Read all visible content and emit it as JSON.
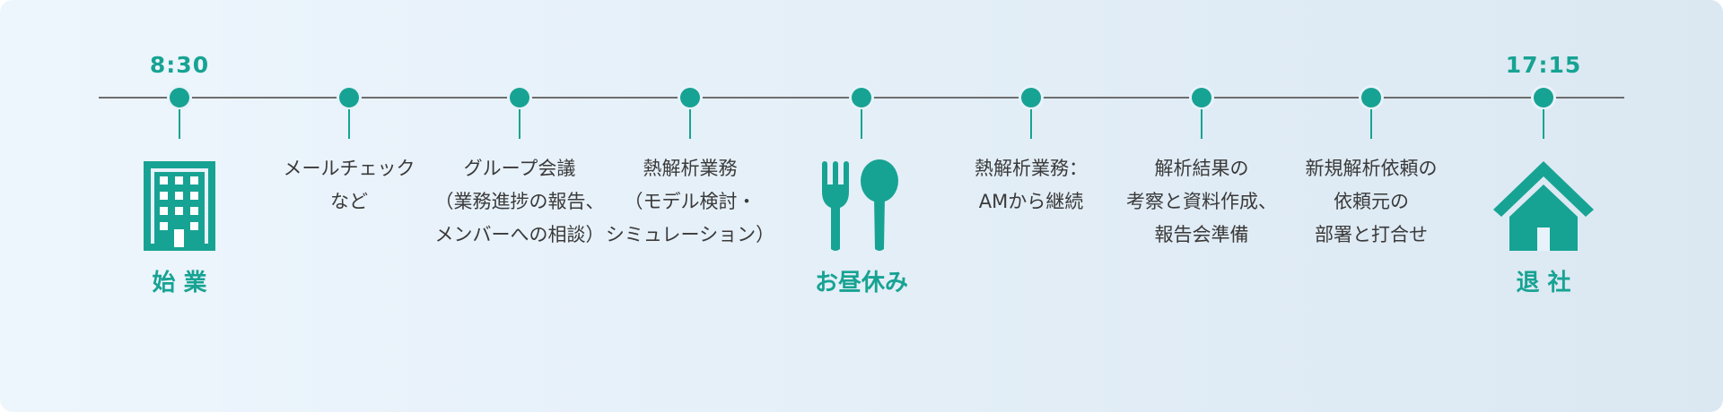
{
  "accent_color": "#17a393",
  "line_color": "#6e6e6e",
  "timeline": {
    "start": {
      "time": "8:30",
      "icon": "office-building-icon",
      "label": "始 業"
    },
    "steps": [
      {
        "lines": [
          "メールチェック",
          "など"
        ]
      },
      {
        "lines": [
          "グループ会議",
          "（業務進捗の報告、",
          "メンバーへの相談）"
        ]
      },
      {
        "lines": [
          "熱解析業務",
          "（モデル検討・",
          "シミュレーション）"
        ]
      }
    ],
    "lunch": {
      "icon": "fork-and-spoon-icon",
      "label": "お昼休み"
    },
    "steps_after": [
      {
        "lines": [
          "熱解析業務：",
          "AMから継続"
        ]
      },
      {
        "lines": [
          "解析結果の",
          "考察と資料作成、",
          "報告会準備"
        ]
      },
      {
        "lines": [
          "新規解析依頼の",
          "依頼元の",
          "部署と打合せ"
        ]
      }
    ],
    "end": {
      "time": "17:15",
      "icon": "house-icon",
      "label": "退 社"
    }
  }
}
